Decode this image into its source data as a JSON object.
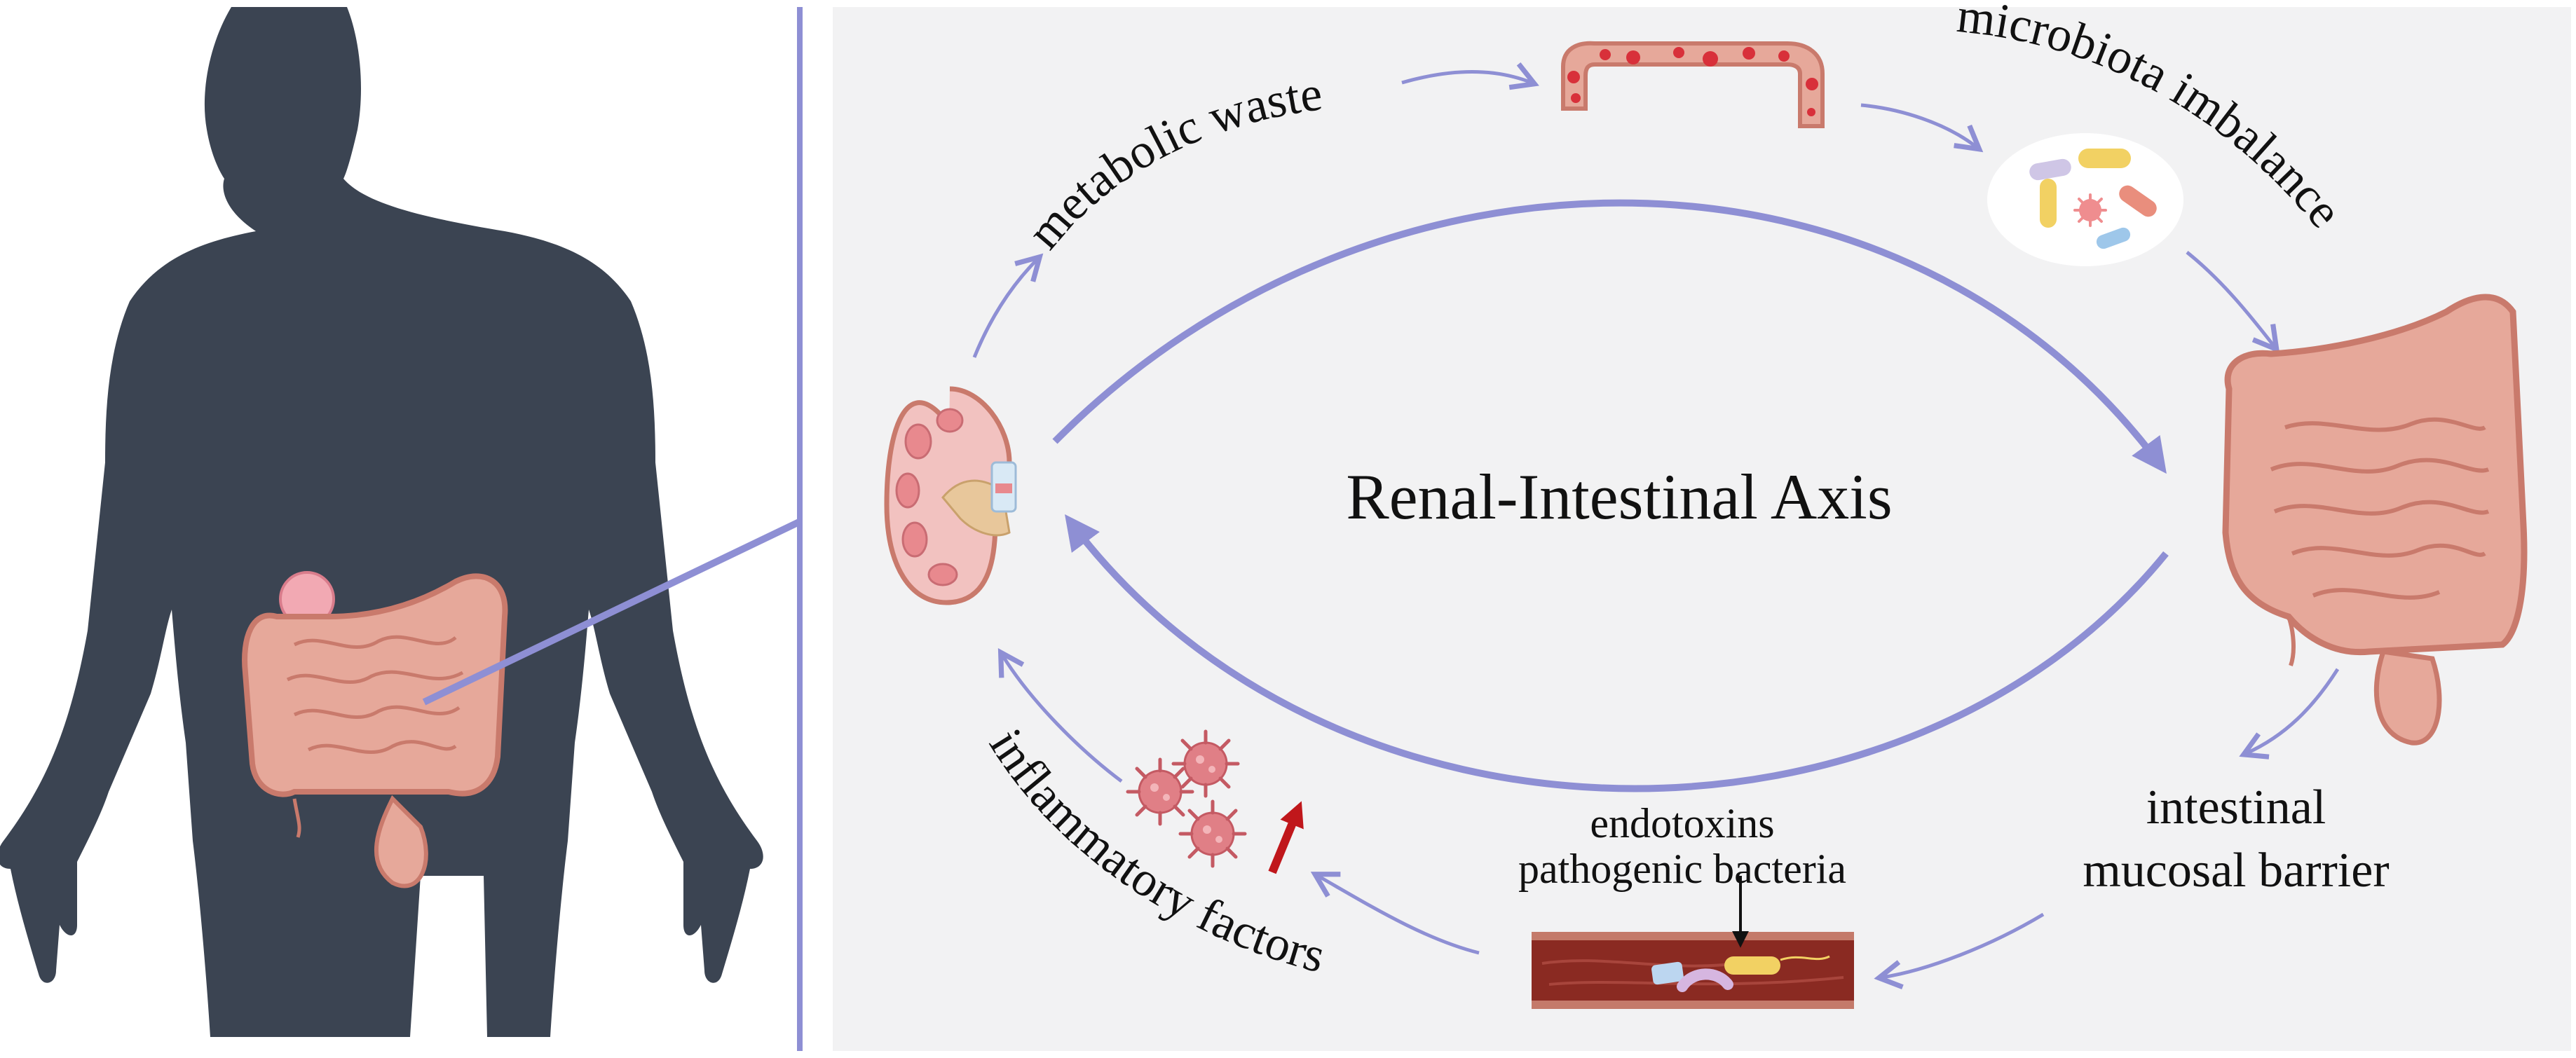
{
  "diagram": {
    "center_label": "Renal-Intestinal Axis",
    "labels": {
      "metabolic_waste": "metabolic waste",
      "microbiota_imbalance": "microbiota imbalance",
      "intestinal": "intestinal",
      "mucosal_barrier": "mucosal barrier",
      "endotoxins": "endotoxins",
      "pathogenic_bacteria": "pathogenic bacteria",
      "inflammatory_factors": "inflammatory factors"
    },
    "colors": {
      "accent": "#8e8fd4",
      "panel": "#f2f2f3",
      "silhouette": "#3b4452",
      "organ": "#e6a89a",
      "organ_dark": "#c97a6c",
      "increase_arrow": "#c0171b",
      "vessel": "#8a2a22"
    },
    "icons": [
      "human-silhouette-icon",
      "intestine-icon",
      "kidney-icon",
      "inflamed-colon-icon",
      "bacteria-cluster-icon",
      "blood-vessel-icon",
      "virus-particle-icon",
      "increase-arrow-icon"
    ]
  }
}
